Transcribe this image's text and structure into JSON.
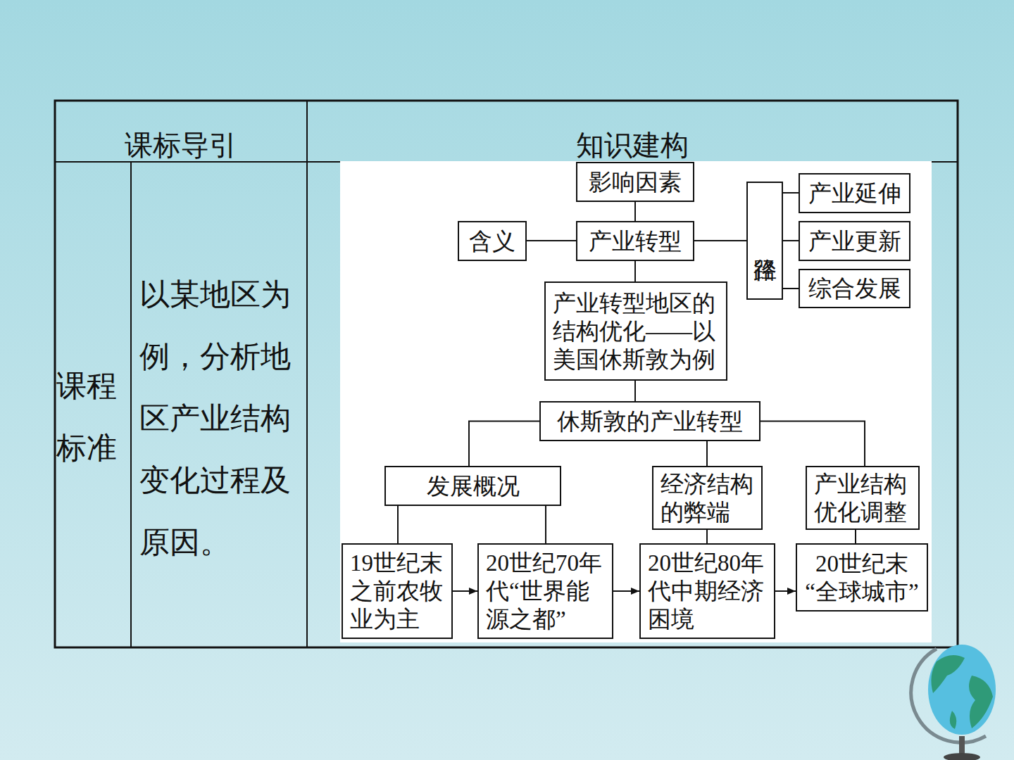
{
  "diagram": {
    "nodes": [
      {
        "text": [
          "影响因素"
        ]
      },
      {
        "text": [
          "含义"
        ]
      },
      {
        "text": [
          "产业转型"
        ]
      },
      {
        "text": [
          "路径"
        ]
      },
      {
        "text": [
          "产业延伸"
        ]
      },
      {
        "text": [
          "产业更新"
        ]
      },
      {
        "text": [
          "综合发展"
        ]
      },
      {
        "text": [
          "产业转型地区的 结构优化——以 美国休斯敦为例"
        ]
      },
      {
        "text": [
          "休斯敦的产业转型"
        ]
      },
      {
        "text": [
          "发展概况"
        ]
      },
      {
        "text": [
          "经济结构 的弊端"
        ]
      },
      {
        "text": [
          "产业结构 优化调整"
        ]
      },
      {
        "text": [
          "19世纪末 之前农牧 业为主"
        ]
      },
      {
        "text": [
          "20世纪70年 代“世界能 源之都”"
        ]
      },
      {
        "text": [
          "20世纪80年 代中期经济 困境"
        ]
      },
      {
        "text": [
          "20世纪末 “全球城市”"
        ]
      }
    ],
    "edges": [
      {
        "from": 0,
        "to": 2,
        "arrow": "none"
      },
      {
        "from": 1,
        "to": 2,
        "arrow": "none"
      },
      {
        "from": 2,
        "to": 3,
        "arrow": "none"
      },
      {
        "from": 3,
        "to": 4,
        "arrow": "none"
      },
      {
        "from": 3,
        "to": 5,
        "arrow": "none"
      },
      {
        "from": 3,
        "to": 6,
        "arrow": "none"
      },
      {
        "from": 2,
        "to": 7,
        "arrow": "none"
      },
      {
        "from": 7,
        "to": 8,
        "arrow": "none"
      },
      {
        "from": 8,
        "to": 9,
        "arrow": "none"
      },
      {
        "from": 8,
        "to": 10,
        "arrow": "none"
      },
      {
        "from": 8,
        "to": 11,
        "arrow": "none"
      },
      {
        "from": 9,
        "to": 12,
        "arrow": "none"
      },
      {
        "from": 9,
        "to": 13,
        "arrow": "none"
      },
      {
        "from": 10,
        "to": 14,
        "arrow": "none"
      },
      {
        "from": 11,
        "to": 15,
        "arrow": "none"
      },
      {
        "from": 12,
        "to": 13,
        "arrow": "to"
      },
      {
        "from": 13,
        "to": 14,
        "arrow": "to"
      },
      {
        "from": 14,
        "to": 15,
        "arrow": "to"
      }
    ],
    "labels": [
      "课标导引",
      "知识建构",
      "课程 标准",
      "以某地区为 例，分析地 区产业结构 变化过程及 原因。"
    ]
  }
}
